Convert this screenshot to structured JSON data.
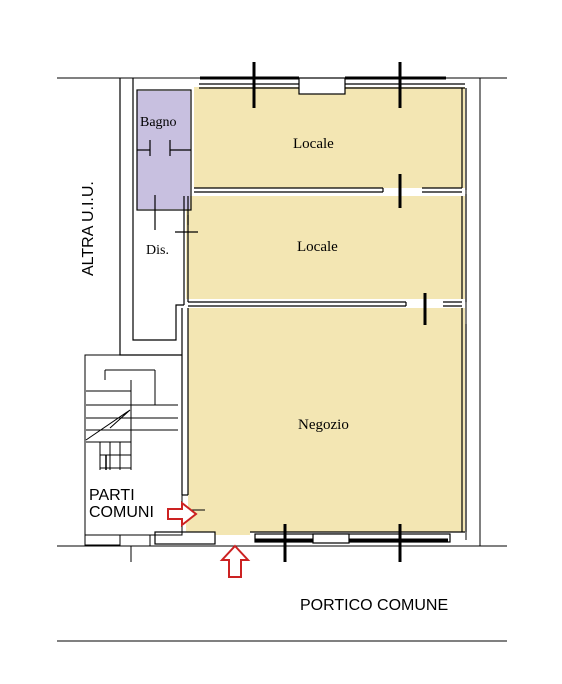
{
  "labels": {
    "bagno": "Bagno",
    "locale_top": "Locale",
    "locale_mid": "Locale",
    "negozio": "Negozio",
    "dis": "Dis.",
    "altra_uiu": "ALTRA U.I.U.",
    "parti": "PARTI",
    "comuni": "COMUNI",
    "portico": "PORTICO COMUNE"
  },
  "colors": {
    "shop_fill": "#f3e6b3",
    "bath_fill": "#c8c0e0",
    "wall": "#000000",
    "arrow": "#cc2222"
  },
  "icons": [
    "entrance-arrow-up-icon",
    "entrance-arrow-right-icon",
    "staircase-icon",
    "door-swing-icon"
  ]
}
